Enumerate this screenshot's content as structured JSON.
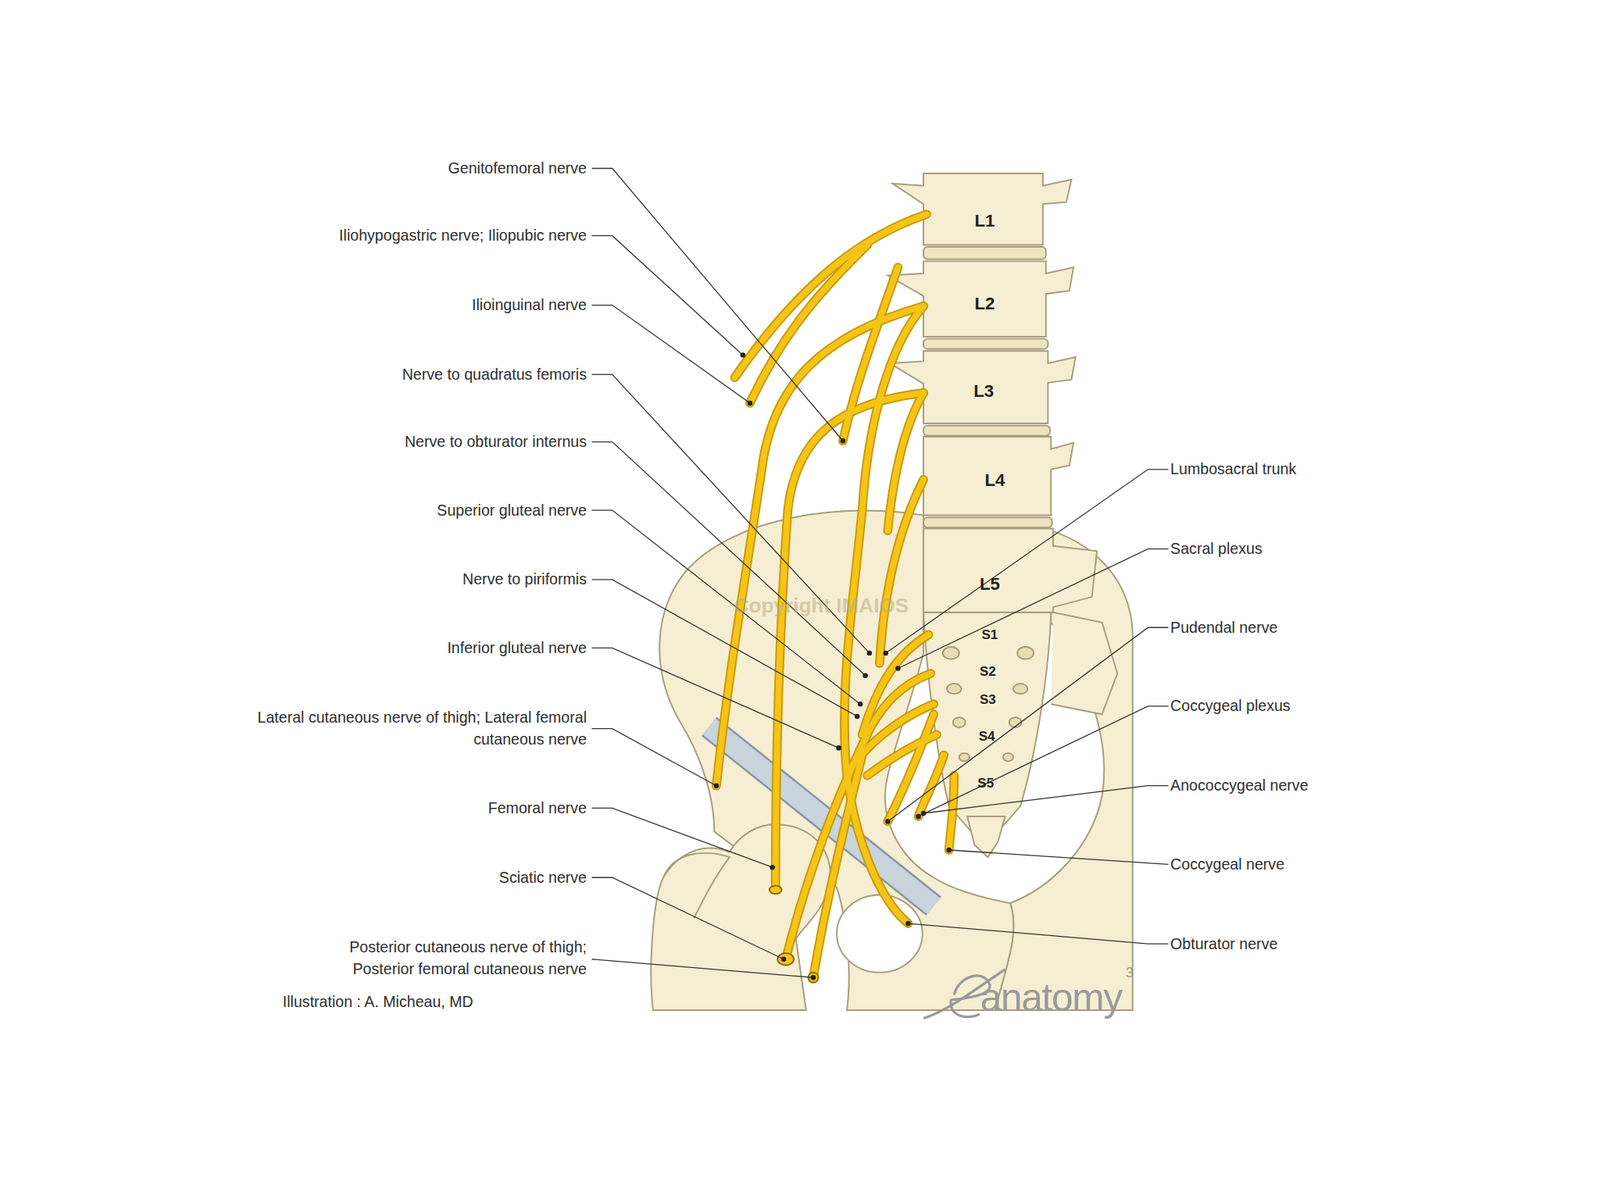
{
  "diagram": {
    "labels": [
      "Genitofemoral nerve",
      "Iliohypogastric nerve; Iliopubic nerve",
      "Ilioinguinal nerve",
      "Nerve to quadratus femoris",
      "Nerve to obturator internus",
      "Superior gluteal nerve",
      "Nerve to piriformis",
      "Inferior gluteal nerve",
      "Lateral cutaneous nerve of thigh; Lateral femoral cutaneous nerve",
      "Femoral nerve",
      "Sciatic nerve",
      "Posterior cutaneous nerve of thigh; Posterior femoral cutaneous nerve",
      "Illustration : A. Micheau, MD",
      "Lumbosacral trunk",
      "Sacral plexus",
      "Pudendal nerve",
      "Coccygeal plexus",
      "Anococcygeal nerve",
      "Coccygeal nerve",
      "Obturator nerve",
      "L1",
      "L2",
      "L3",
      "L4",
      "L5",
      "S1",
      "S2",
      "S3",
      "S4",
      "S5",
      "Copyright IMAIOS",
      "anatomy",
      "3"
    ]
  }
}
